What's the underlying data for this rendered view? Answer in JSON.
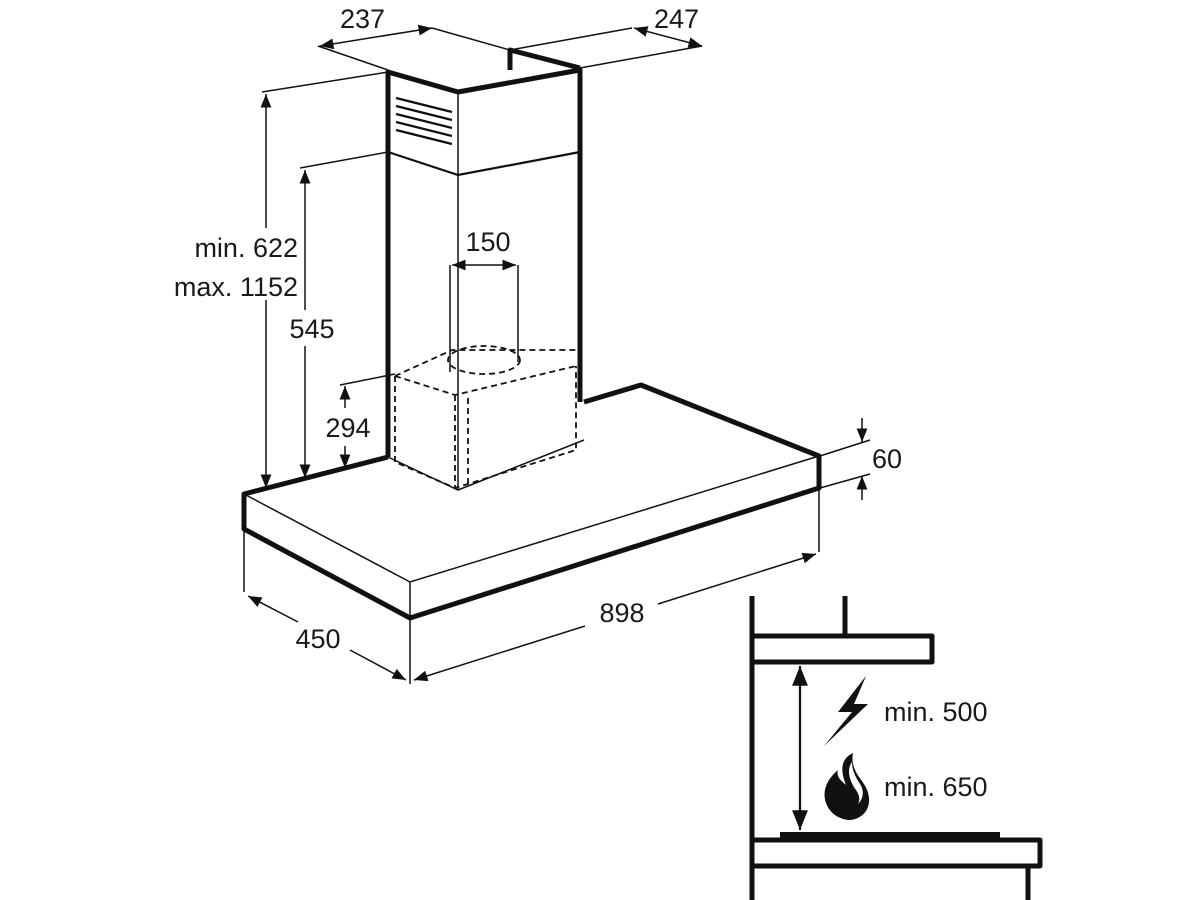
{
  "dimensions": {
    "chimney_width": "237",
    "chimney_depth": "247",
    "height_min": "min. 622",
    "height_max": "max. 1152",
    "height_lower": "545",
    "duct_diameter": "150",
    "filter_box_height": "294",
    "canopy_height": "60",
    "canopy_width": "898",
    "canopy_depth": "450"
  },
  "inset": {
    "electric_clearance": "min. 500",
    "gas_clearance": "min. 650",
    "electric_icon": "lightning-icon",
    "gas_icon": "flame-icon"
  }
}
